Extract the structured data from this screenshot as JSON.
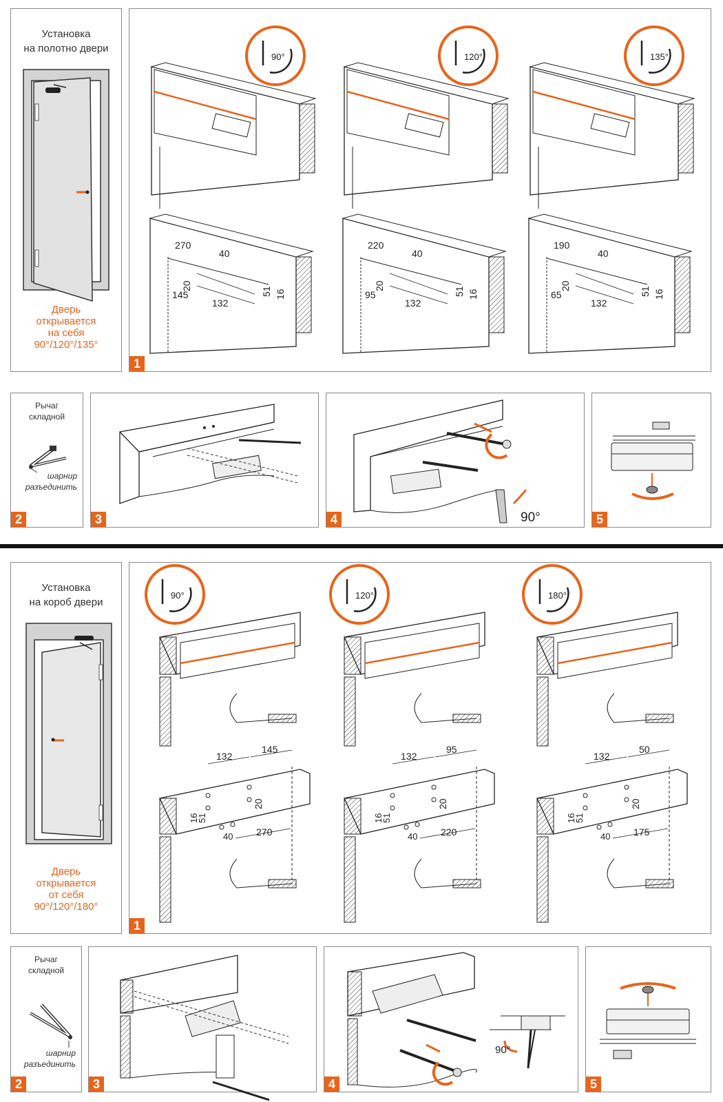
{
  "colors": {
    "accent": "#e8641b",
    "border": "#8a8a8a",
    "ink": "#222222"
  },
  "sections": [
    {
      "id": "door-leaf",
      "sidebar": {
        "title_line1": "Установка",
        "title_line2": "на полотно двери",
        "sub_line1": "Дверь",
        "sub_line2": "открывается",
        "sub_line3": "на себя",
        "sub_line4": "90°/120°/135°"
      },
      "step1": {
        "badge": "1",
        "angles": [
          "90°",
          "120°",
          "135°"
        ],
        "templates": [
          {
            "a": "270",
            "b": "40",
            "c": "20",
            "d": "145",
            "e": "132",
            "f": "51",
            "g": "16"
          },
          {
            "a": "220",
            "b": "40",
            "c": "20",
            "d": "95",
            "e": "132",
            "f": "51",
            "g": "16"
          },
          {
            "a": "190",
            "b": "40",
            "c": "20",
            "d": "65",
            "e": "132",
            "f": "51",
            "g": "16"
          }
        ]
      },
      "step2": {
        "badge": "2",
        "title_line1": "Рычаг",
        "title_line2": "складной",
        "note_line1": "шарнир",
        "note_line2": "разъединить"
      },
      "step3": {
        "badge": "3"
      },
      "step4": {
        "badge": "4",
        "angle": "90°"
      },
      "step5": {
        "badge": "5"
      }
    },
    {
      "id": "door-frame",
      "sidebar": {
        "title_line1": "Установка",
        "title_line2": "на короб двери",
        "sub_line1": "Дверь",
        "sub_line2": "открывается",
        "sub_line3": "от себя",
        "sub_line4": "90°/120°/180°"
      },
      "step1": {
        "badge": "1",
        "angles": [
          "90°",
          "120°",
          "180°"
        ],
        "templates": [
          {
            "a": "132",
            "b": "145",
            "c": "20",
            "d": "16",
            "e": "51",
            "f": "40",
            "g": "270"
          },
          {
            "a": "132",
            "b": "95",
            "c": "20",
            "d": "16",
            "e": "51",
            "f": "40",
            "g": "220"
          },
          {
            "a": "132",
            "b": "50",
            "c": "20",
            "d": "16",
            "e": "51",
            "f": "40",
            "g": "175"
          }
        ]
      },
      "step2": {
        "badge": "2",
        "title_line1": "Рычаг",
        "title_line2": "складной",
        "note_line1": "шарнир",
        "note_line2": "разъединить"
      },
      "step3": {
        "badge": "3"
      },
      "step4": {
        "badge": "4",
        "angle": "90°"
      },
      "step5": {
        "badge": "5"
      }
    }
  ]
}
